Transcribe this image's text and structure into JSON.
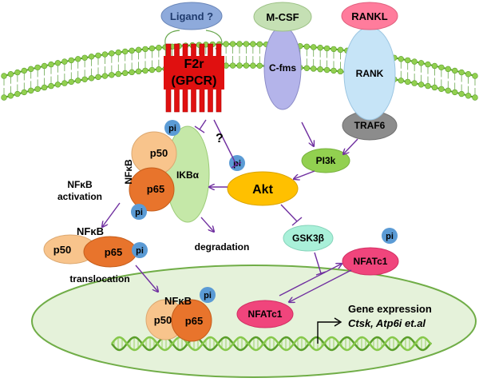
{
  "ligand": "Ligand ?",
  "mcsf": "M-CSF",
  "rankl": "RANKL",
  "f2r_line1": "F2r",
  "f2r_line2": "(GPCR)",
  "cfms": "C-fms",
  "rank": "RANK",
  "traf6": "TRAF6",
  "pi3k": "PI3k",
  "akt": "Akt",
  "gsk3b": "GSK3β",
  "nfatc1": "NFATc1",
  "ikba": "IKBα",
  "p50": "p50",
  "p65": "p65",
  "nfkb": "NFκB",
  "pi": "pi",
  "question": "?",
  "nfkb_activation_line1": "NFκB",
  "nfkb_activation_line2": "activation",
  "translocation": "translocation",
  "degradation": "degradation",
  "gene_expression_line1": "Gene expression",
  "gene_expression_line2": "Ctsk, Atp6i et.al",
  "colors": {
    "ligand": "#8eaadb",
    "mcsf": "#c5e0b4",
    "rankl": "#ff7c9c",
    "f2r": "#e01010",
    "cfms": "#b4b4ea",
    "rank": "#c6e4f7",
    "traf6": "#8c8c8c",
    "pi3k": "#92d050",
    "akt": "#ffc000",
    "gsk3b": "#a9f0d9",
    "nfatc1": "#f0457c",
    "ikba": "#c5e8a8",
    "p50": "#f8c48c",
    "p65": "#e8742c",
    "pi": "#5b9bd5",
    "arrow": "#7030a0",
    "membrane": "#92d050",
    "nucleus": "#e5f2da",
    "nucleus_border": "#70ad47",
    "dna": "#86c84a"
  }
}
